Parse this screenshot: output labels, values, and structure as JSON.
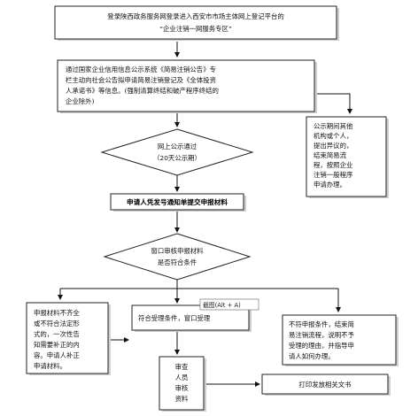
{
  "nodes": {
    "start": {
      "lines": [
        "登录陕西政务服务网登录进入西安市市场主体网上登记平台的",
        "“企业注销一网服务专区”"
      ]
    },
    "announce": {
      "lines": [
        "通过国家企业信用信息公示系统《简易注销公告》专",
        "栏主动向社会公告拟申请简易注销登记及《全体投资",
        "人承诺书》等信息。(强制清算终结和破产程序终结的",
        "企业除外)"
      ]
    },
    "objection": {
      "lines": [
        "公示期间其他",
        "机构或个人，",
        "提出异议的，",
        "结束简易流",
        "程，按照企业",
        "注销一般程序",
        "申请办理。"
      ]
    },
    "publicity_check": {
      "lines": [
        "网上公示通过",
        "（20天公示期）"
      ]
    },
    "submit": {
      "lines": [
        "申请人凭发号通知单提交申报材料"
      ]
    },
    "window_review": {
      "lines": [
        "窗口审核申报材料",
        "是否符合条件"
      ]
    },
    "incomplete": {
      "lines": [
        "申报材料不齐全",
        "或不符合法定形",
        "式的，一次性告",
        "知需要补正的内",
        "容。申请人补正",
        "申请材料。"
      ]
    },
    "accept": {
      "lines": [
        "符合受理条件，窗口受理"
      ]
    },
    "reject": {
      "lines": [
        "不符申报条件，结束简",
        "易注销流程，说明不予",
        "受理的理由，并指导申",
        "请人如何办理。"
      ]
    },
    "examine": {
      "lines": [
        "审查",
        "人员",
        "审核",
        "资料"
      ]
    },
    "print": {
      "lines": [
        "打印发放相关文书"
      ]
    }
  },
  "overlay": {
    "screenshot_tip": "截图(Alt + A)"
  }
}
